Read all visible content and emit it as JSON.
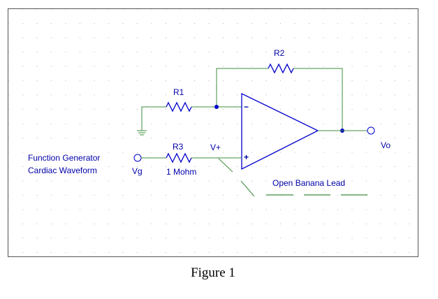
{
  "caption": "Figure 1",
  "components": {
    "r1": {
      "ref": "R1"
    },
    "r2": {
      "ref": "R2"
    },
    "r3": {
      "ref": "R3",
      "value": "1 Mohm"
    }
  },
  "nodes": {
    "vplus": "V+",
    "vg": "Vg",
    "vo": "Vo"
  },
  "opamp": {
    "minus": "−",
    "plus": "+"
  },
  "source": {
    "line1": "Function Generator",
    "line2": "Cardiac Waveform"
  },
  "lead": {
    "label": "Open Banana Lead"
  },
  "colors": {
    "wire_green": "#3c8c3c",
    "component_blue": "#0000cc",
    "text_blue": "#0000aa",
    "grid_dot": "#b8b8b8",
    "frame": "#555555"
  }
}
